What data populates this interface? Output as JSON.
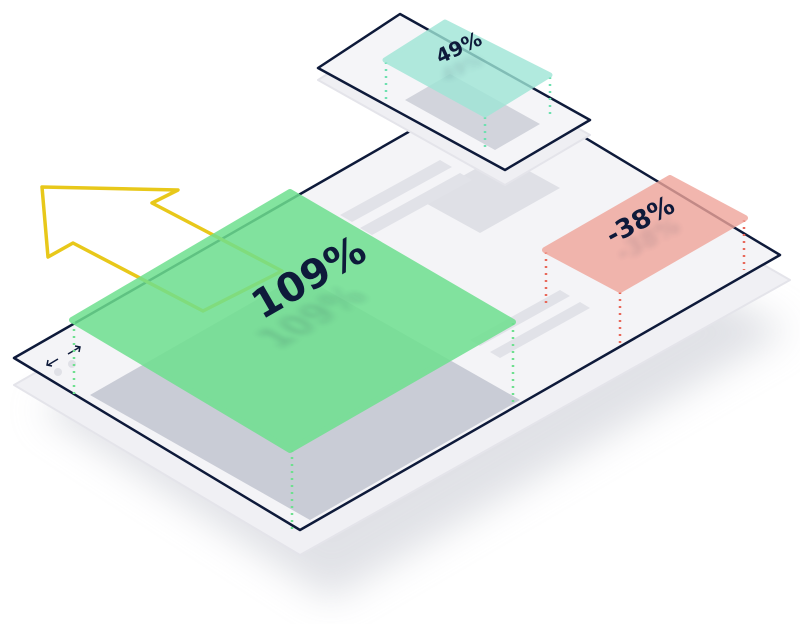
{
  "illustration": {
    "main_metric": {
      "label": "109%",
      "color": "#6ee08f"
    },
    "mobile_metric": {
      "label": "49%",
      "color": "#9ee6d6"
    },
    "negative_metric": {
      "label": "-38%",
      "color": "#f0a59a"
    },
    "colors": {
      "outline": "#0e1a3a",
      "arrow": "#e8c81a",
      "board": "#ececf1",
      "content": "#d4d6de"
    }
  }
}
